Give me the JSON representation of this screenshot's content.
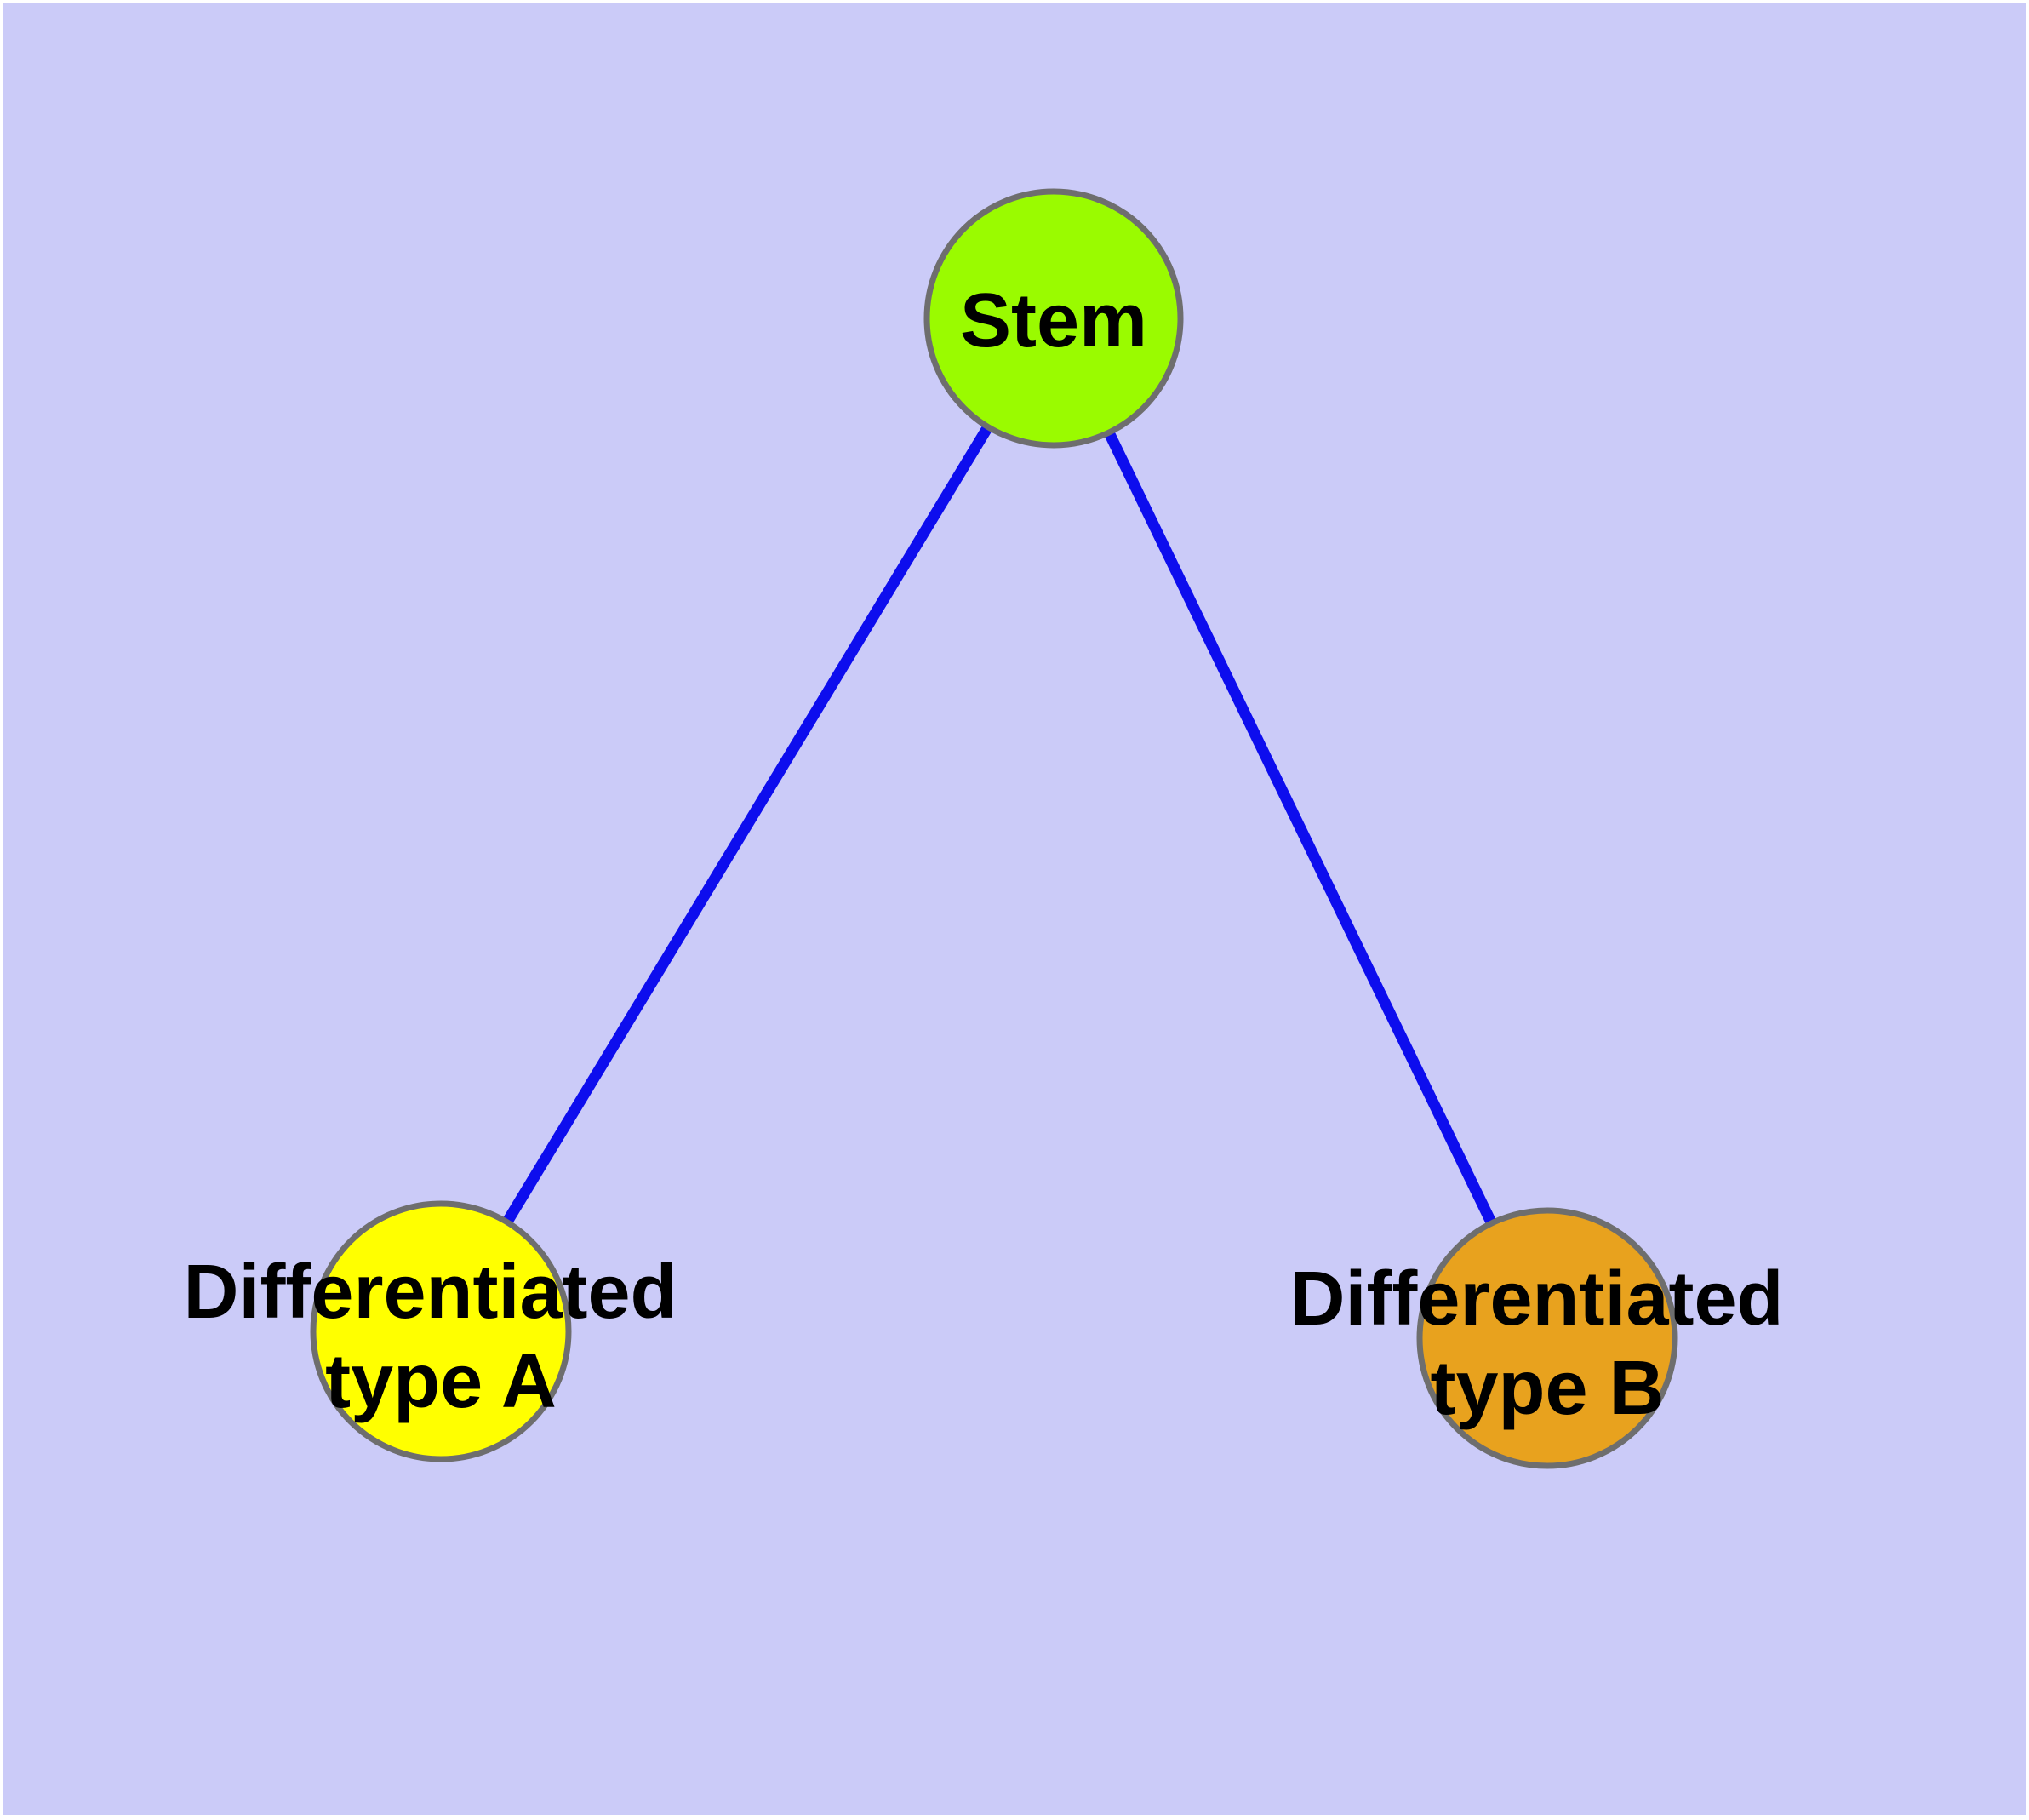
{
  "figure": {
    "margin_color": "#FFFFFF",
    "background_color": "#CBCBF8",
    "edge_color": "#0D0DEE",
    "node_border_color": "#6E6E6E",
    "label_color": "#000000"
  },
  "graph": {
    "type": "node-link-diagram",
    "nodes": [
      {
        "id": "stem",
        "label": "Stem",
        "label_lines": [
          "Stem"
        ],
        "color": "#9AFB00"
      },
      {
        "id": "differentiated-type-a",
        "label": "Differentiated type A",
        "label_lines": [
          "Differentiated",
          "type A"
        ],
        "color": "#FFFF00"
      },
      {
        "id": "differentiated-type-b",
        "label": "Differentiated type B",
        "label_lines": [
          "Differentiated",
          "type B"
        ],
        "color": "#E8A21E"
      }
    ],
    "edges": [
      {
        "from": "stem",
        "to": "differentiated-type-a"
      },
      {
        "from": "stem",
        "to": "differentiated-type-b"
      }
    ]
  }
}
